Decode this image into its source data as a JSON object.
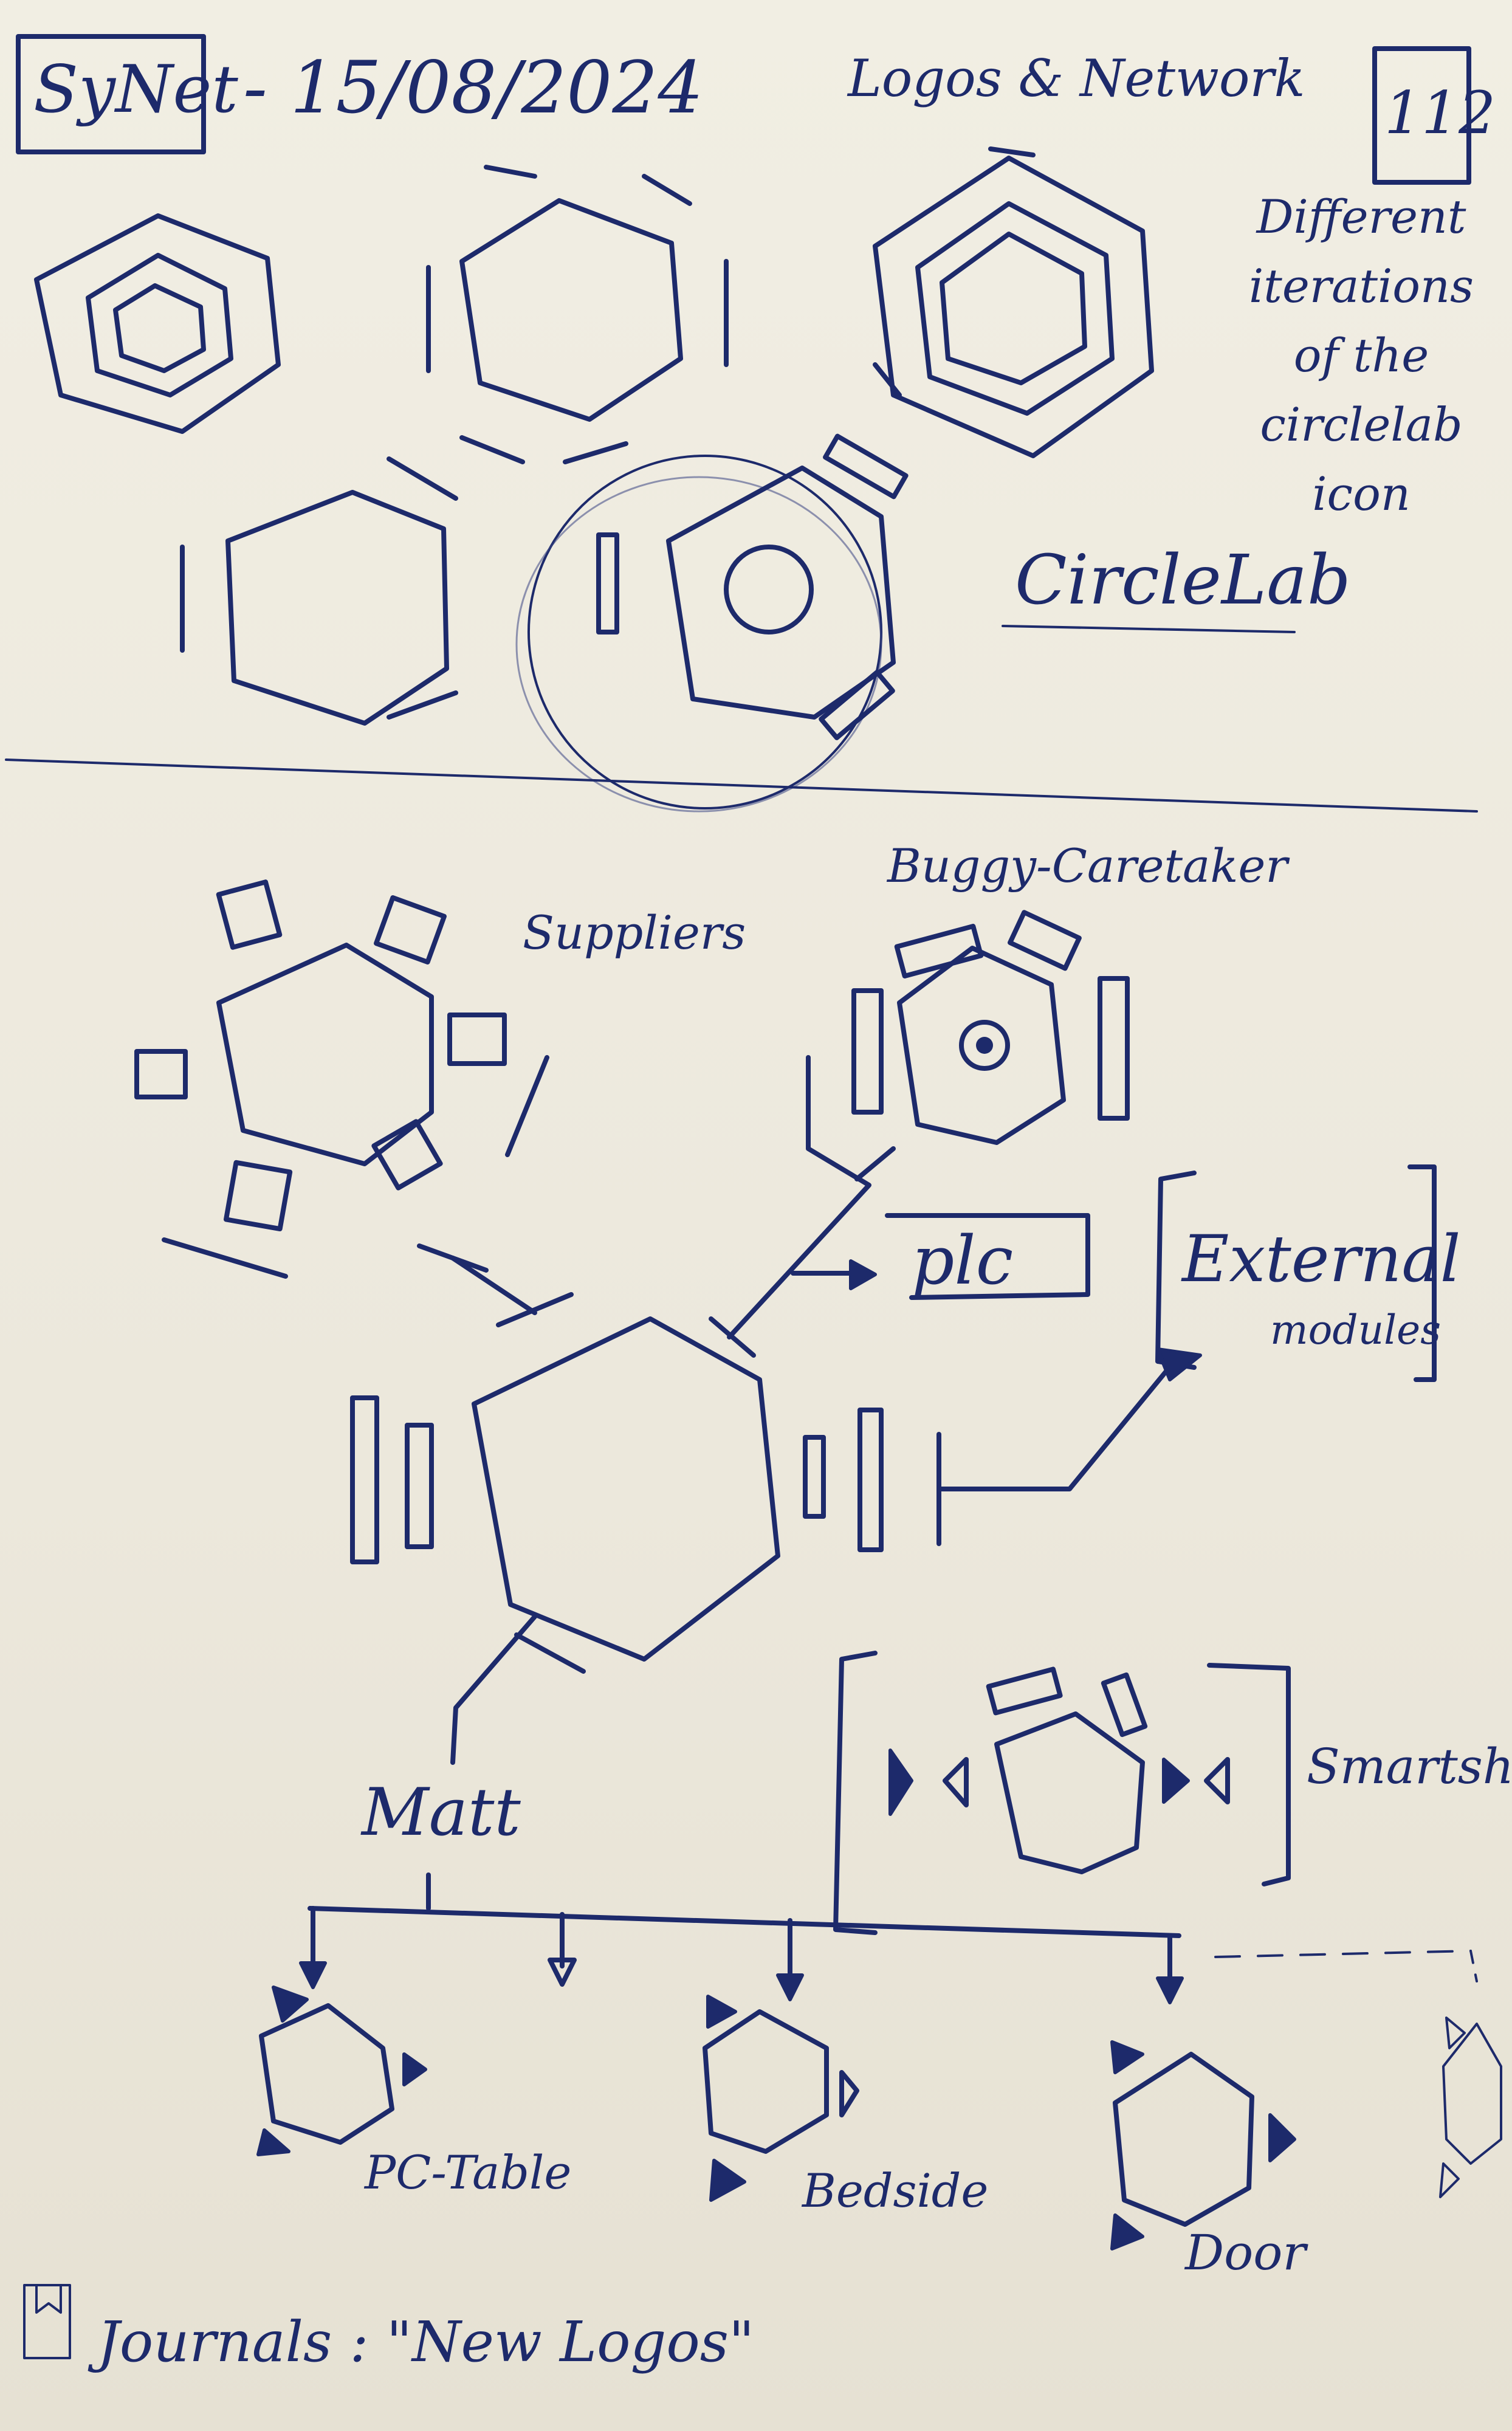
{
  "header": {
    "brand": "SyNet",
    "date": "- 15/08/2024",
    "topic": "Logos & Network",
    "page_number": "112"
  },
  "notes": {
    "icon_note": "Different iterations of the circlelab icon",
    "circlelab_label": "CircleLab"
  },
  "network": {
    "suppliers": "Suppliers",
    "buggy_caretaker": "Buggy-Caretaker",
    "plc": "plc",
    "external_modules": "External",
    "external_modules_sub": "modules",
    "matt": "Matt",
    "smartshop": "Smartshop",
    "pc_table": "PC-Table",
    "bedside": "Bedside",
    "door": "Door"
  },
  "footer": {
    "journal_note": "Journals : \"New Logos\""
  },
  "colors": {
    "ink": "#1d2a6b",
    "paper": "#efebe0"
  }
}
